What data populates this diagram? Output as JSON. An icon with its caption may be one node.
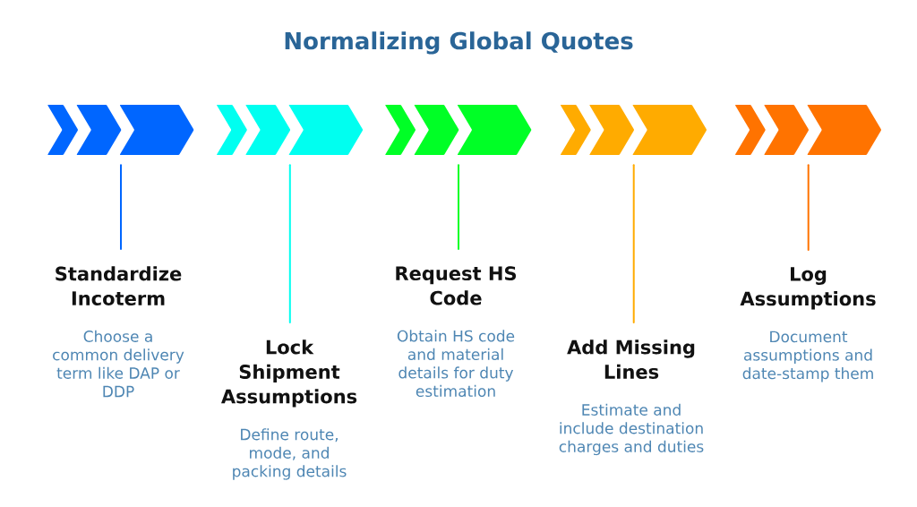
{
  "diagram": {
    "title": "Normalizing Global Quotes",
    "nodes": [
      {
        "text": [],
        "shape": "chevron"
      },
      {
        "text": [],
        "shape": "chevron"
      },
      {
        "text": [],
        "shape": "chevron"
      },
      {
        "text": [],
        "shape": "chevron"
      },
      {
        "text": [],
        "shape": "chevron"
      },
      {
        "text": [
          "Standardize Incoterm",
          "Choose a common delivery term like DAP or DDP"
        ]
      },
      {
        "text": [
          "Lock Shipment Assumptions",
          "Define route, mode, and packing details"
        ]
      },
      {
        "text": [
          "Request HS Code",
          "Obtain HS code and material details for duty estimation"
        ]
      },
      {
        "text": [
          "Add Missing Lines",
          "Estimate and include destination charges and duties"
        ]
      },
      {
        "text": [
          "Log Assumptions",
          "Document assumptions and date-stamp them"
        ]
      }
    ],
    "edges": [
      {
        "from": 0,
        "to": 5,
        "arrow": "none",
        "color": "#0066ff"
      },
      {
        "from": 1,
        "to": 6,
        "arrow": "none",
        "color": "#00fff0"
      },
      {
        "from": 2,
        "to": 7,
        "arrow": "none",
        "color": "#00ff26"
      },
      {
        "from": 3,
        "to": 8,
        "arrow": "none",
        "color": "#ffab00"
      },
      {
        "from": 4,
        "to": 9,
        "arrow": "none",
        "color": "#ff7300"
      }
    ]
  }
}
